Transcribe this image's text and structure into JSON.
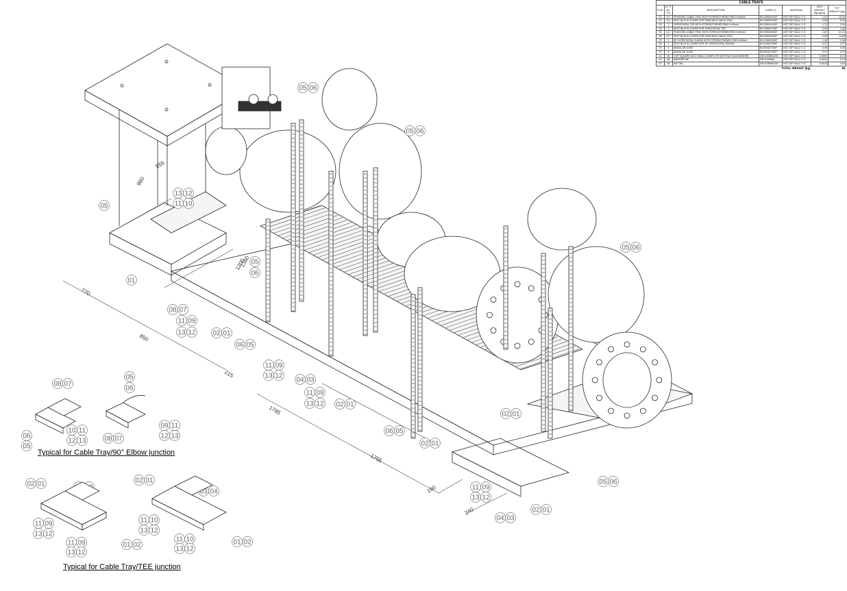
{
  "bom": {
    "title": "CABLE TRAYS",
    "headers": [
      "POS.",
      "Q.TY (N.-m)",
      "DESCRIPTION",
      "CODE (*)",
      "MATERIAL",
      "UNIT WEIGHT (kg-kg/m)",
      "TOT. WEIGHT (kg)"
    ],
    "rows": [
      [
        "01",
        "6,1",
        "PUNCHED CABLE TRAY WITH STRENGTHENED RIM H=60mm",
        "B1Y0060H100F",
        "HOT DIP GALV. C.S.",
        "1,67",
        "10,19"
      ],
      [
        "02",
        "5,4",
        "SELF BLOCK COVER FOR PUNCHED CABLE TRAY",
        "B1Y0060F100F",
        "HOT DIP GALV. C.S.",
        "0,95",
        "5,13"
      ],
      [
        "03",
        "2",
        "HORIZONTAL TEE WITH STRENGTHENED RIM H=60mm",
        "B1Y3061H100F",
        "HOT DIP GALV. C.S.",
        "1,70",
        "3,40"
      ],
      [
        "04",
        "2",
        "SELF BLOCK COVER FOR HORIZONTAL TEE",
        "B1Y3061F100F",
        "HOT DIP GALV. C.S.",
        "0,53",
        "1,06"
      ],
      [
        "05",
        "12,7",
        "PUNCHED CABLE TRAY WITH STRENGTHENED RIM H=60mm",
        "B1Y0060H300F",
        "HOT DIP GALV. C.S.",
        "1,67",
        "21,21"
      ],
      [
        "06",
        "12,7",
        "SELF BLOCK COVER FOR PUNCHED CABLE TRAY",
        "B1Y0060F300F",
        "HOT DIP GALV. C.S.",
        "0,95",
        "11,65"
      ],
      [
        "07",
        "1",
        "90° HORIZONTAL ELBOW WITH STRENGTHENED RIM H=60mm",
        "B1Y1061H300F",
        "HOT DIP GALV. C.S.",
        "1,18",
        "1,18"
      ],
      [
        "08",
        "1",
        "SELF BLOCK COVER FOR 90° HORIZONTAL ELBOW",
        "B1Y1061F300F",
        "HOT DIP GALV. C.S.",
        "0,37",
        "0,37"
      ],
      [
        "09",
        "4",
        "ANGULAR JOINT",
        "B1S0041T000F",
        "HOT DIP GALV. C.S.",
        "0,05",
        "0,20"
      ],
      [
        "10",
        "6",
        "ANGULAR JOINT",
        "B1S0041T000F",
        "HOT DIP GALV. C.S.",
        "0,07",
        "0,70"
      ],
      [
        "11",
        "80",
        "CUP SQUARE BOLT M6x12 COMPLETE WITH NUT AND WASHER",
        "DEC1006M1200",
        "HOT DIP GALV. C.S.",
        "0,0092",
        "0,74"
      ],
      [
        "12",
        "80",
        "WASHER M6",
        "DEC1026M6",
        "HOT DIP GALV. C.S.",
        "0,0024",
        "0,14"
      ],
      [
        "13",
        "80",
        "NUT M6",
        "DEC1056M1200",
        "HOT DIP GALV. C.S.",
        "0,0018",
        "0,04"
      ]
    ],
    "total_label": "TOTAL WEIGHT (kg)",
    "total_value": "55"
  },
  "captions": {
    "elbow": "Typical for Cable Tray/90° Elbow junction",
    "tee": "Typical for Cable Tray/TEE junction"
  },
  "balloons": {
    "b0506_a": [
      "05",
      "06"
    ],
    "b0506_b": [
      "05",
      "06"
    ],
    "b0506_c": [
      "05",
      "06"
    ],
    "b1310": [
      "13",
      "12"
    ],
    "b1110": [
      "11",
      "10"
    ],
    "b05_left": "05",
    "b01_left": "01",
    "b0807": [
      "08",
      "07"
    ],
    "b1109_a": [
      "11",
      "09"
    ],
    "b1312_a": [
      "13",
      "12"
    ],
    "b0201_a": [
      "02",
      "01"
    ],
    "b0605_a": [
      "06",
      "05"
    ],
    "b1109_b": [
      "11",
      "09"
    ],
    "b1312_b": [
      "13",
      "12"
    ],
    "b0403": [
      "04",
      "03"
    ],
    "b1109_c": [
      "11",
      "09"
    ],
    "b1312_c": [
      "13",
      "12"
    ],
    "b0201_b": [
      "02",
      "01"
    ],
    "b0605_b": [
      "06",
      "05"
    ],
    "b0201_c": [
      "02",
      "01"
    ],
    "b0201_d": [
      "02",
      "01"
    ],
    "b1109_d": [
      "11",
      "09"
    ],
    "b1312_d": [
      "13",
      "12"
    ],
    "b0201_e": [
      "02",
      "01"
    ],
    "b0403_b": [
      "04",
      "03"
    ],
    "b0506_d": [
      "05",
      "06"
    ],
    "b0506_e": [
      "05",
      "06"
    ],
    "b05_mid": "05",
    "b06_mid": "06",
    "d_0807": [
      "08",
      "07"
    ],
    "d_05": "05",
    "d_06": "06",
    "d_1011": [
      "10",
      "11"
    ],
    "d_1213": [
      "12",
      "13"
    ],
    "d_0807b": [
      "08",
      "07"
    ],
    "d_06b": "06",
    "d_05b": "05",
    "d_0911": [
      "09",
      "11"
    ],
    "d_1213b": [
      "12",
      "13"
    ],
    "t_0201": [
      "02",
      "01"
    ],
    "t_0103": [
      "01",
      "03"
    ],
    "t_1109": [
      "11",
      "09"
    ],
    "t_1312": [
      "13",
      "12"
    ],
    "t_1109b": [
      "11",
      "09"
    ],
    "t_1312b": [
      "13",
      "12"
    ],
    "t_0102": [
      "01",
      "02"
    ],
    "t_0201b": [
      "02",
      "01"
    ],
    "t_0304": [
      "03",
      "04"
    ],
    "t_1110": [
      "11",
      "10"
    ],
    "t_1312c": [
      "13",
      "12"
    ],
    "t_1110b": [
      "11",
      "10"
    ],
    "t_1312d": [
      "13",
      "12"
    ],
    "t_0102b": [
      "01",
      "02"
    ]
  },
  "dimensions": {
    "d555": "555",
    "d980": "980",
    "d1380": "1380",
    "d770": "770",
    "d850": "850",
    "d1200": "1200",
    "d215": "215",
    "d1785": "1785",
    "d1755": "1755",
    "d190": "190",
    "d240": "240"
  }
}
